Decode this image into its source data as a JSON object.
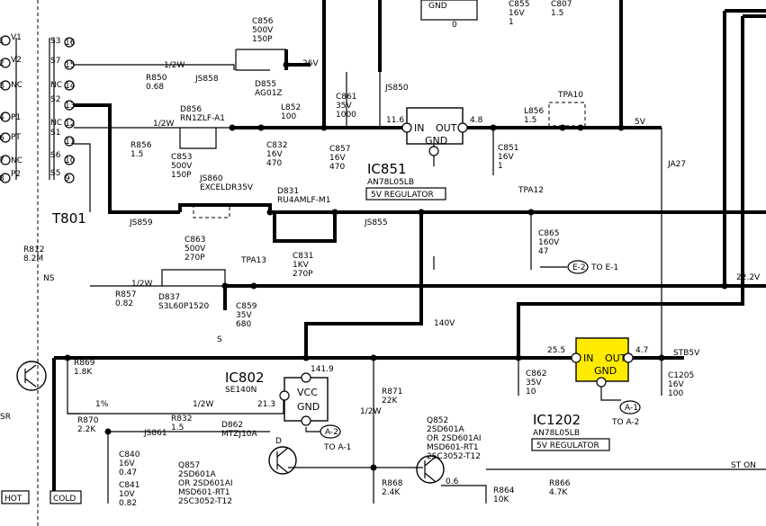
{
  "transformer": {
    "ref": "T801",
    "primary_pins": [
      "V1",
      "V2",
      "NC",
      "P1",
      "PT",
      "NC",
      "P2"
    ],
    "primary_nums": [
      "1",
      "2",
      "3",
      "4",
      "6",
      "7",
      "8"
    ],
    "secondary_pins": [
      "S3",
      "S7",
      "NC",
      "S2",
      "NC",
      "S1",
      "S6",
      "S5"
    ],
    "secondary_nums": [
      "16",
      "15",
      "14",
      "13",
      "12",
      "11",
      "10",
      "9"
    ]
  },
  "labels": {
    "r850": "R850\n0.68",
    "r850_pw": "1/2W",
    "js858": "JS858",
    "c856": "C856\n500V\n150P",
    "d855": "D855\nAG01Z",
    "v26": "26V",
    "c861": "C861\n35V\n1000",
    "js850": "JS850",
    "c855": "C855\n16V\n1",
    "ic851_ref": "IC851",
    "ic851_part": "AN78L05LB",
    "ic851_func": "5V REGULATOR",
    "ic851_in": "IN",
    "ic851_out": "OUT",
    "ic851_gnd": "GND",
    "v_in851": "11.6",
    "v_out851": "4.8",
    "l856": "L856\n1.5",
    "tpa10": "TPA10",
    "v5": "5V",
    "l852": "L852\n100",
    "d856": "D856\nRN1ZLF-A1",
    "r856": "R856\n1.5",
    "r856_pw": "1/2W",
    "c853": "C853\n500V\n150P",
    "c832": "C832\n16V\n470",
    "c857": "C857\n16V\n470",
    "c851": "C851\n16V\n1",
    "ja27": "JA27",
    "js860": "JS860\nEXCELDR35V",
    "d831": "D831\nRU4AMLF-M1",
    "js855": "JS855",
    "js859": "JS859",
    "c831": "C831\n1KV\n270P",
    "tpa12": "TPA12",
    "c865": "C865\n160V\n47",
    "to_e1": "TO E-1",
    "e2": "E-2",
    "v22": "22.2V",
    "r812": "R812\n8.2M",
    "ns": "NS",
    "c863": "C863\n500V\n270P",
    "tpa13": "TPA13",
    "r857": "R857\n0.82",
    "r857_pw": "1/2W",
    "d837": "D837\nS3L60P1520",
    "c859": "C859\n35V\n680",
    "s_mark": "S",
    "v140": "140V",
    "ic802_ref": "IC802",
    "ic802_part": "SE140N",
    "ic802_vcc": "VCC",
    "ic802_gnd": "GND",
    "v1419": "141.9",
    "v213": "21.3",
    "r871": "R871\n22K",
    "r871_pw": "1/2W",
    "a2": "A-2",
    "to_a1": "TO A-1",
    "r869": "R869\n1.8K",
    "r870": "R870\n2.2K",
    "r870_tol": "1%",
    "r832": "R832\n1.5",
    "r832_pw": "1/2W",
    "js861": "JS861",
    "d862": "D862\nMTZJ10A",
    "c840": "C840\n16V\n0.47",
    "c841": "C841\n10V\n0.82",
    "q857": "Q857\n2SD601A\nOR 2SD601AI\nMSD601-RT1\n2SC3052-T12",
    "q852": "Q852\n2SD601A\nOR 2SD601AI\nMSD601-RT1\n2SC3052-T12",
    "r868": "R868\n2.4K",
    "r864": "R864\n10K",
    "r866": "R866\n4.7K",
    "v06": "0.6",
    "st_on": "ST ON",
    "c862": "C862\n35V\n10",
    "ic1202_ref": "IC1202",
    "ic1202_part": "AN78L05LB",
    "ic1202_func": "5V REGULATOR",
    "ic1202_in": "IN",
    "ic1202_out": "OUT",
    "ic1202_gnd": "GND",
    "v255": "25.5",
    "v47": "4.7",
    "stb5v": "STB5V",
    "c1205": "C1205\n16V\n100",
    "a1": "A-1",
    "to_a2": "TO A-2",
    "hot": "HOT",
    "cold": "COLD",
    "sr": "SR",
    "c807": "C807\n1.5",
    "gnd_top": "GND",
    "zero": "0",
    "d_mark": "D",
    "v0": "0",
    "vd": "D"
  },
  "colors": {
    "regulator_highlight": "#ffeb00"
  }
}
